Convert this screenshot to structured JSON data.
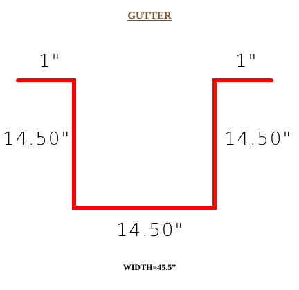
{
  "title": "GUTTER",
  "labels": {
    "left_flange": "1\"",
    "right_flange": "1\"",
    "left_wall": "14.50\"",
    "right_wall": "14.50\"",
    "bottom": "14.50\""
  },
  "width_note": "WIDTH=45.5”",
  "colors": {
    "profile": "#ff0000",
    "title": "#7a4e1e"
  }
}
